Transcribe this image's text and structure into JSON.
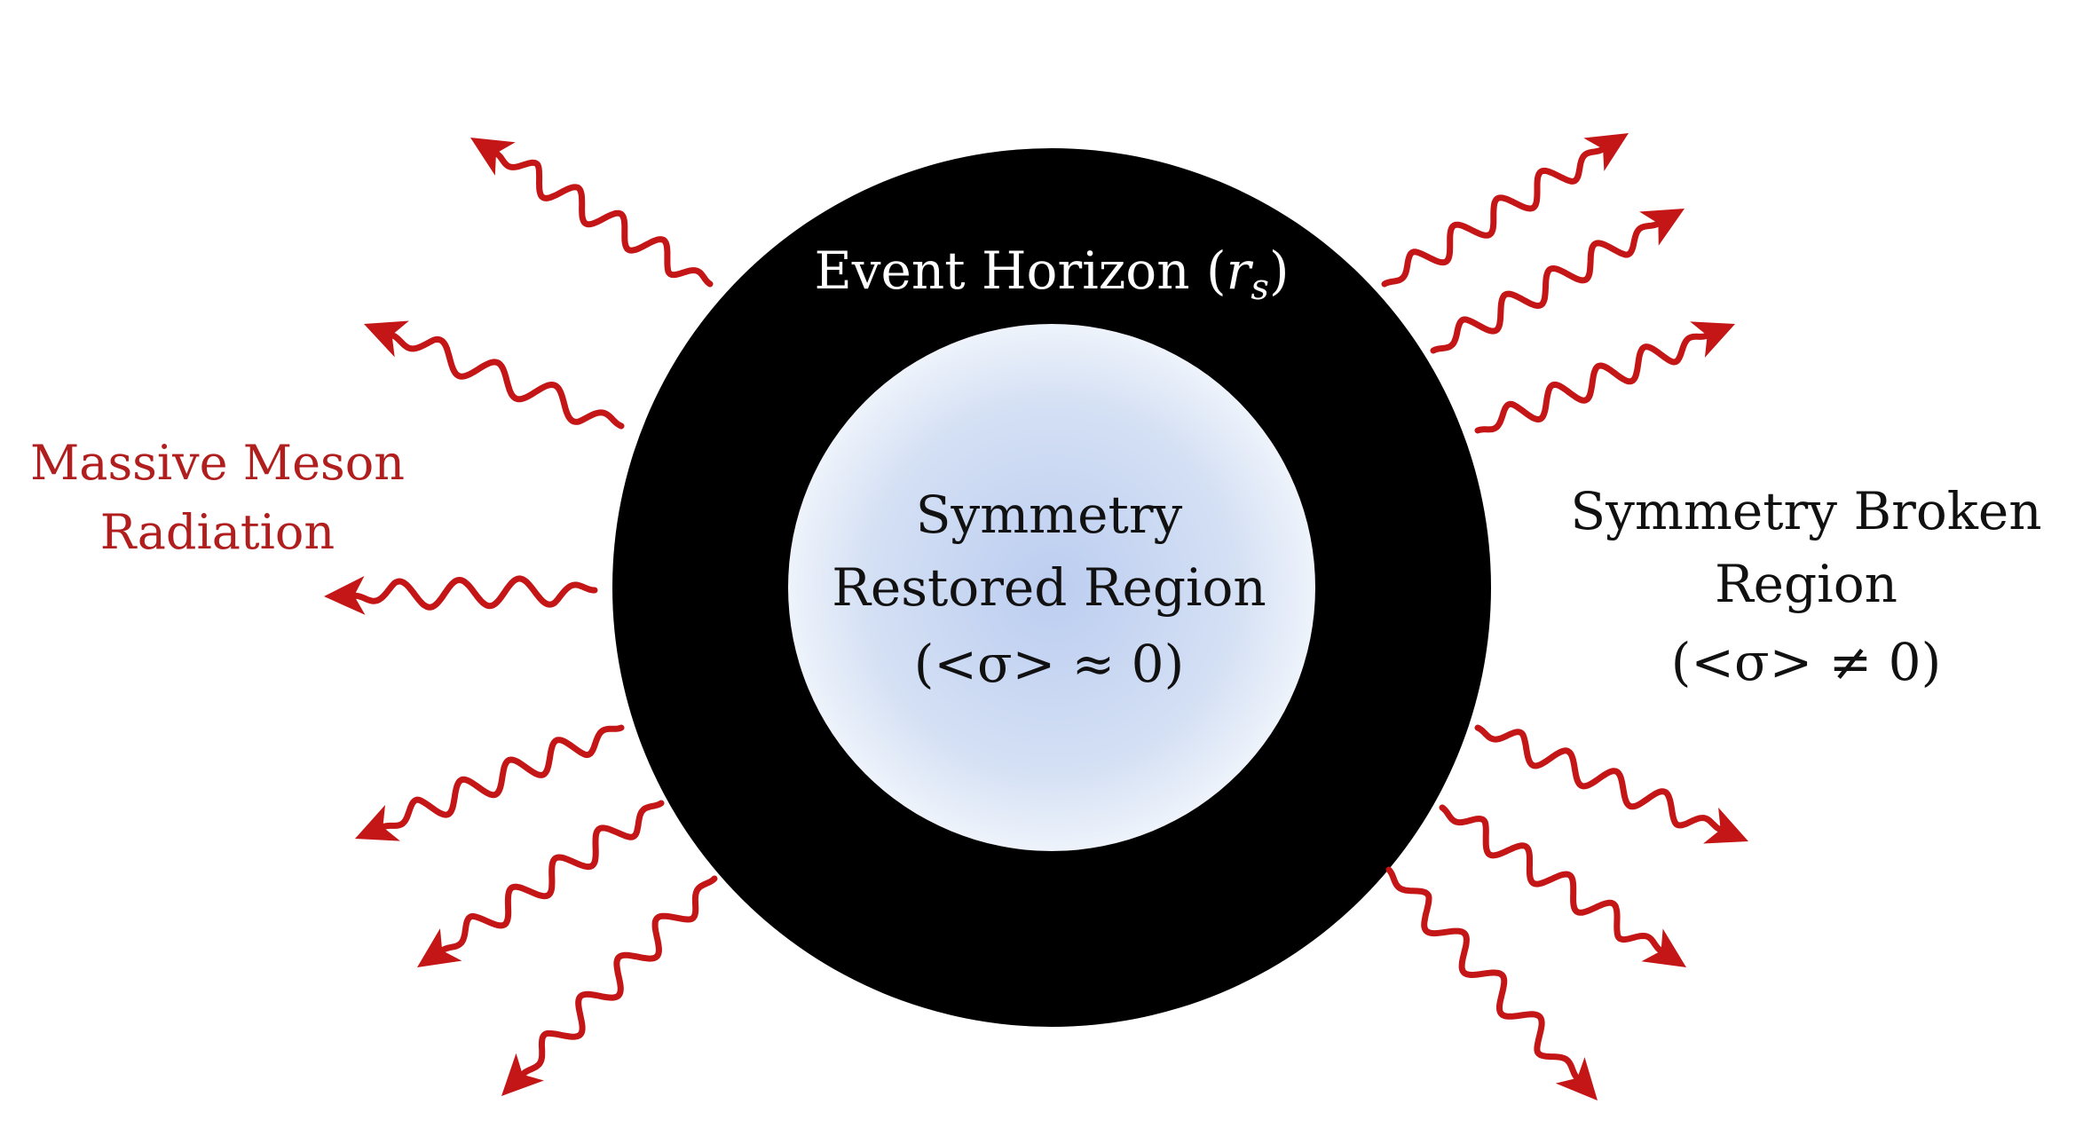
{
  "diagram": {
    "event_horizon": {
      "label": "Event Horizon (",
      "symbol": "r",
      "subscript": "s",
      "close": ")"
    },
    "inner_region": {
      "lines": [
        "Symmetry",
        "Restored Region",
        "(<σ> ≈ 0)"
      ]
    },
    "outer_region": {
      "lines": [
        "Symmetry Broken",
        "Region",
        "(<σ> ≠ 0)"
      ]
    },
    "radiation": {
      "lines": [
        "Massive Meson",
        "Radiation"
      ]
    }
  },
  "colors": {
    "background": "#ffffff",
    "horizon": "#000000",
    "inner_core": "#c9d8f0",
    "inner_core_edge": "#eef3fb",
    "radiation": "#c41616",
    "label_red": "#b01e1e"
  }
}
